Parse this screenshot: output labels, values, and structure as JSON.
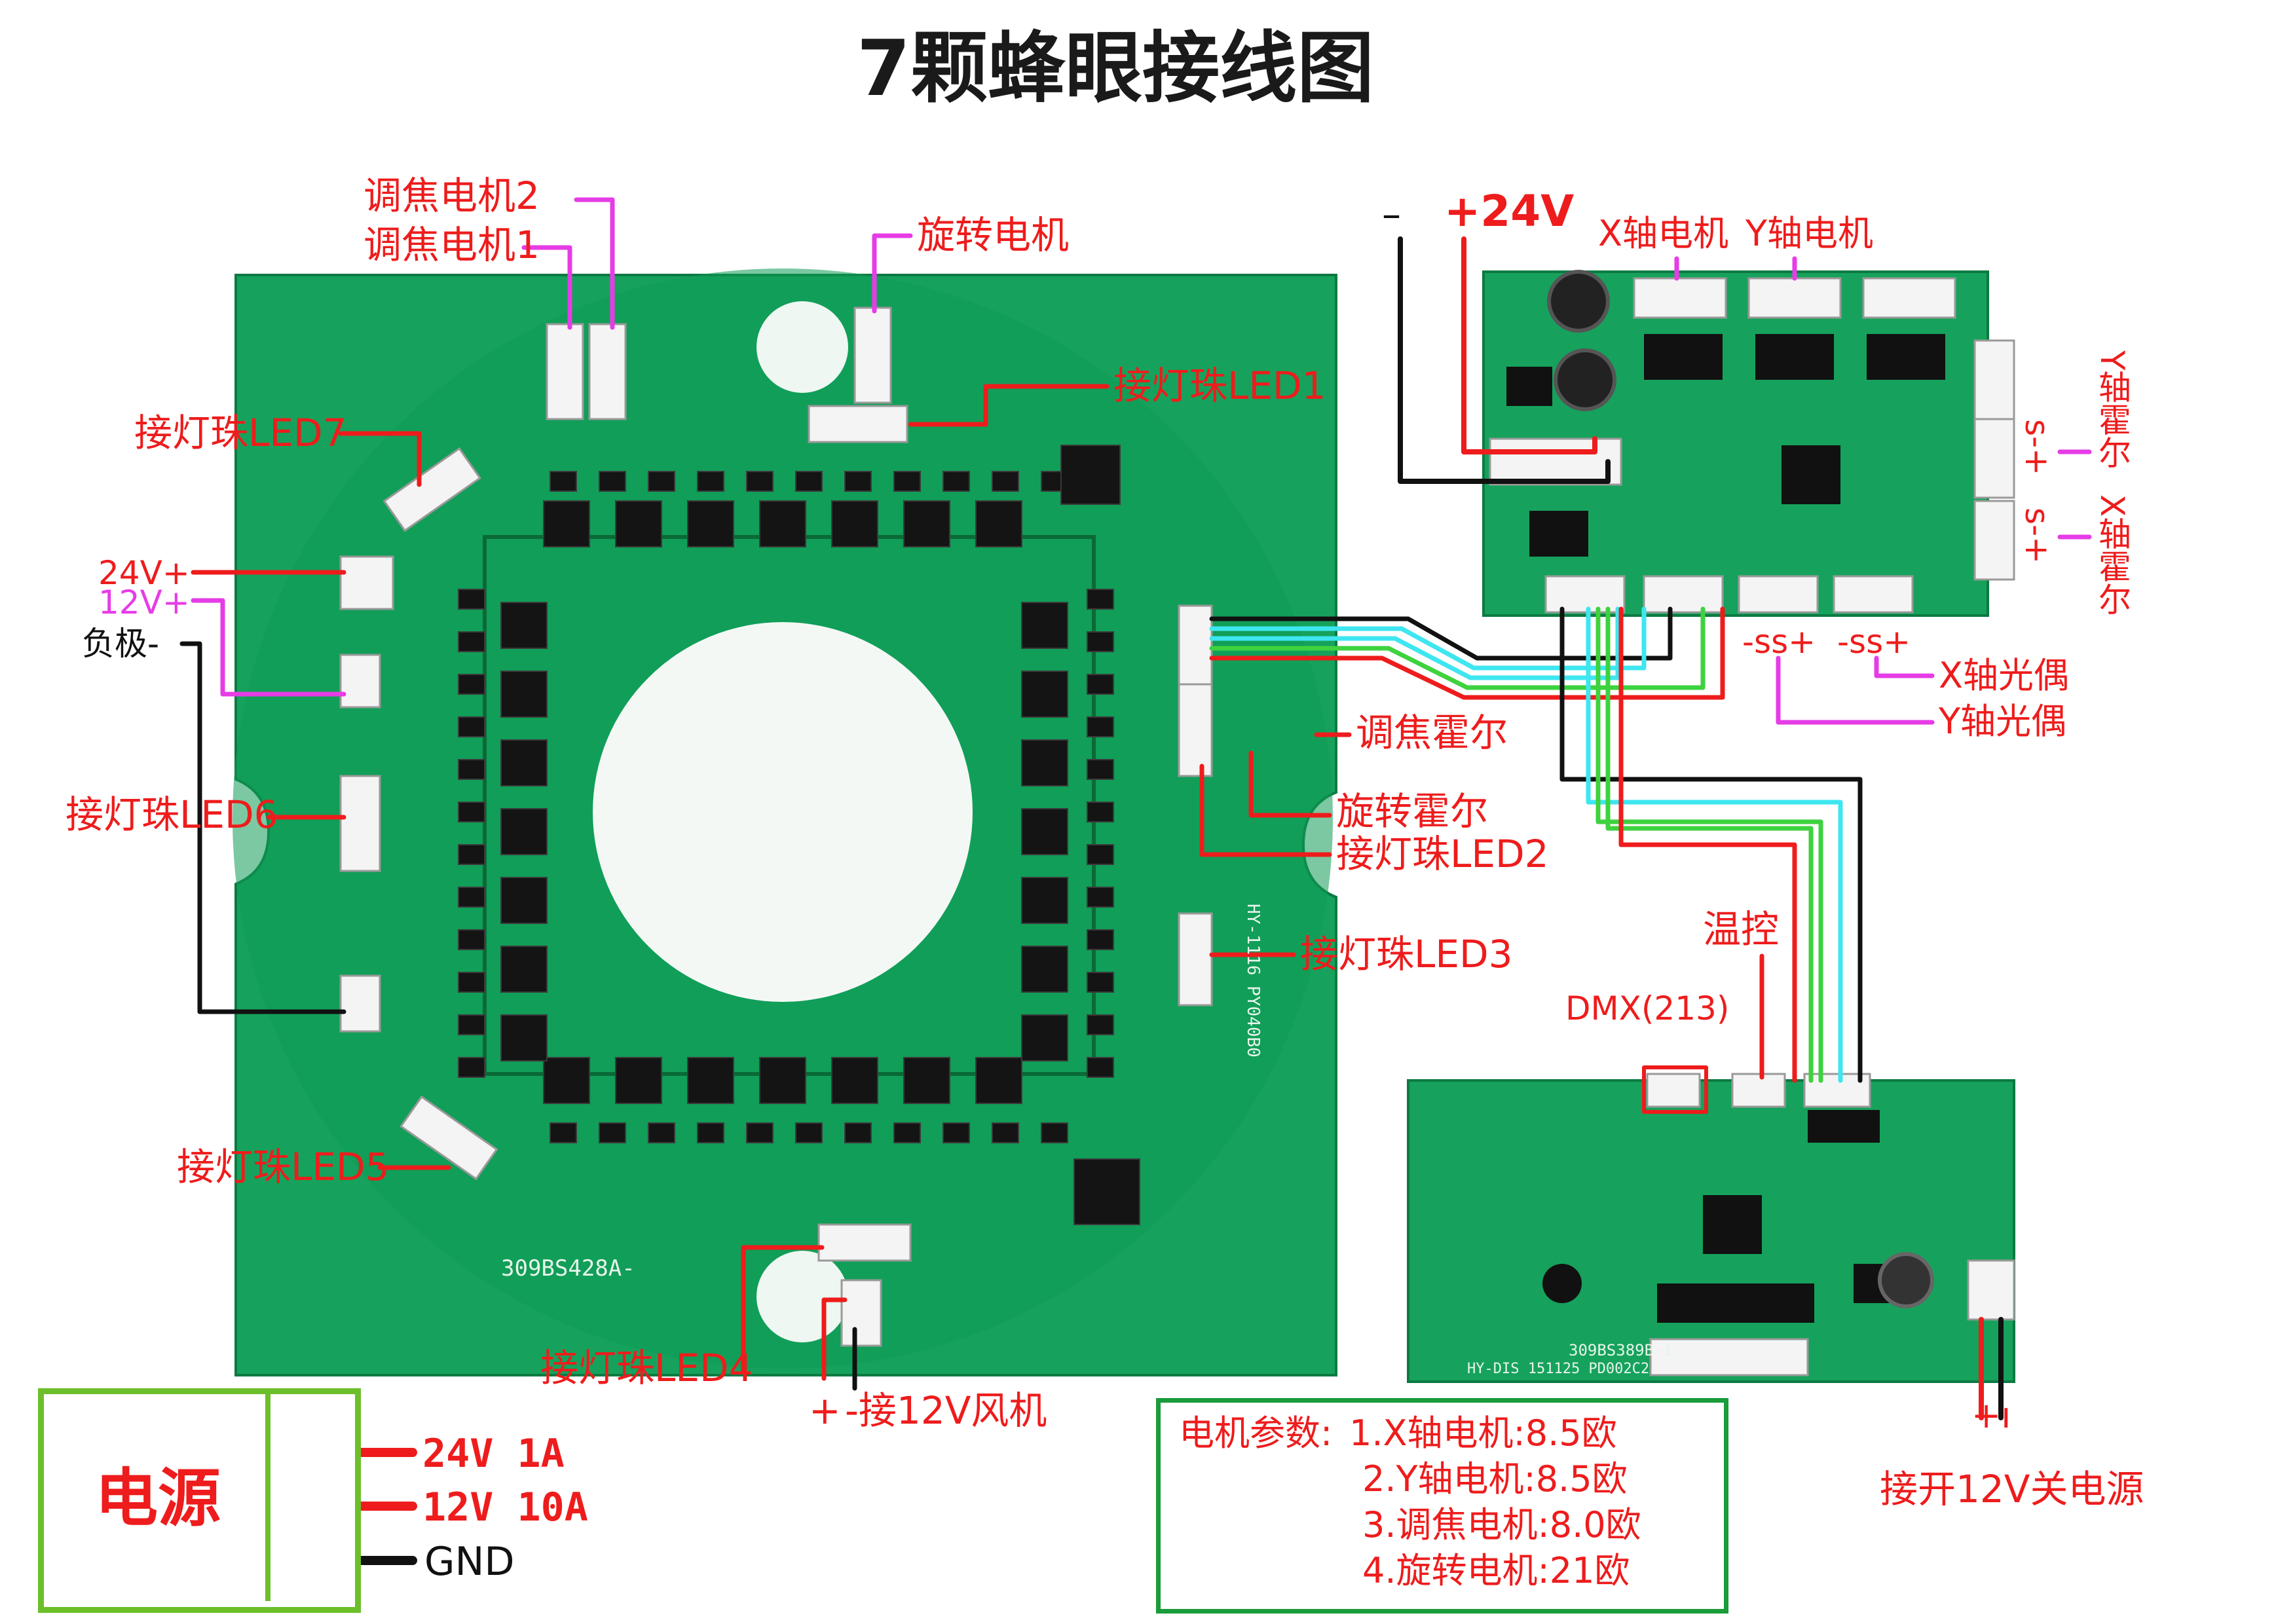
{
  "title": "7颗蜂眼接线图",
  "labels": {
    "focus_motor2": "调焦电机2",
    "focus_motor1": "调焦电机1",
    "rotate_motor": "旋转电机",
    "led1": "接灯珠LED1",
    "led7": "接灯珠LED7",
    "v24_plus": "24V+",
    "v12_plus": "12V+",
    "negative": "负极-",
    "led6": "接灯珠LED6",
    "led5": "接灯珠LED5",
    "led4": "接灯珠LED4",
    "fan_plus": "+",
    "fan": "-接12V风机",
    "focus_hall": "调焦霍尔",
    "rotate_hall": "旋转霍尔",
    "led2": "接灯珠LED2",
    "led3": "接灯珠LED3",
    "minus": "–",
    "plus24": "+24V",
    "x_motor": "X轴电机",
    "y_motor": "Y轴电机",
    "y_hall": "Y轴霍尔",
    "x_hall": "X轴霍尔",
    "s_pm_1": "s-+",
    "s_pm_2": "s-+",
    "ss_1": "-ss+",
    "ss_2": "-ss+",
    "x_opto": "X轴光偶",
    "y_opto": "Y轴光偶",
    "temp": "温控",
    "dmx": "DMX(213)",
    "switch_pm": "+ı",
    "switch_power": "接开12V关电源"
  },
  "psu": {
    "name": "电源",
    "outputs": [
      "24V 1A",
      "12V 10A",
      "GND"
    ]
  },
  "motor_params": {
    "heading": "电机参数:",
    "lines": [
      "1.X轴电机:8.5欧",
      "2.Y轴电机:8.5欧",
      "3.调焦电机:8.0欧",
      "4.旋转电机:21欧"
    ]
  },
  "board_marks": {
    "left_board": "309BS428A-",
    "left_board_side": "HY-1116 PY040B0",
    "bottom_board": "309BS389B-1",
    "bottom_board_2": "HY-DIS 151125 PD002C2"
  },
  "colors": {
    "pcb": "#0f9a55",
    "red_wire": "#ee1c1c",
    "magenta_wire": "#e63ce6",
    "black_wire": "#111111",
    "cyan_wire": "#3ee6f0",
    "green_wire": "#3ed23e",
    "box_border": "#1a9c3a",
    "psu_border": "#6cbf2b"
  }
}
